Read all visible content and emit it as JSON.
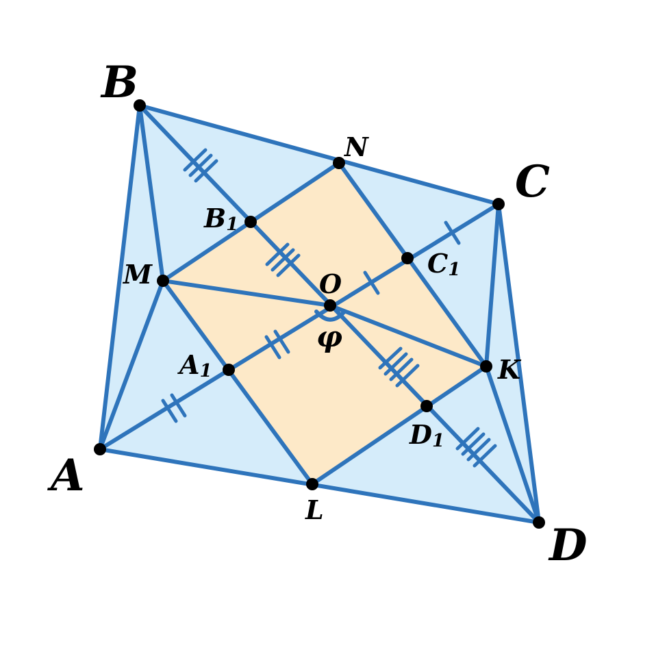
{
  "colors": {
    "outer_fill": "#d5ecfa",
    "inner_fill": "#fde9c8",
    "stroke": "#2e74bb",
    "point": "#000000"
  },
  "labels": {
    "A": "A",
    "B": "B",
    "C": "C",
    "D": "D",
    "M": "M",
    "N": "N",
    "K": "K",
    "L": "L",
    "O": "O",
    "A1_main": "A",
    "A1_sub": "1",
    "B1_main": "B",
    "B1_sub": "1",
    "C1_main": "C",
    "C1_sub": "1",
    "D1_main": "D",
    "D1_sub": "1",
    "phi": "φ"
  }
}
